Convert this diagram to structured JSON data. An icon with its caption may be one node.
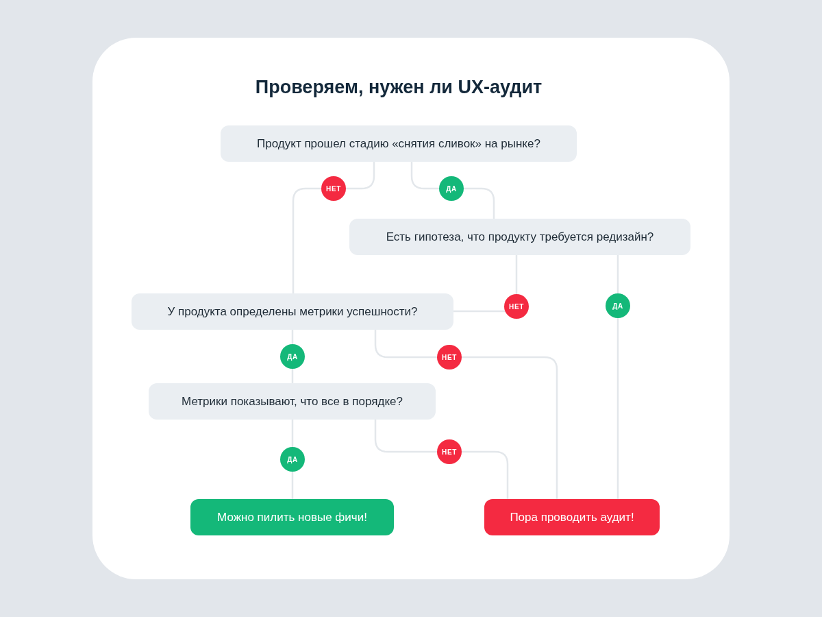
{
  "diagram": {
    "title": "Проверяем, нужен ли UX-аудит",
    "nodes": [
      {
        "text": [
          "Продукт прошел стадию «снятия сливок» на рынке?"
        ]
      },
      {
        "text": [
          "Есть гипотеза, что продукту требуется редизайн?"
        ]
      },
      {
        "text": [
          "У продукта определены метрики успешности?"
        ]
      },
      {
        "text": [
          "Метрики показывают, что все в порядке?"
        ]
      },
      {
        "text": [
          "Можно пилить новые фичи!"
        ]
      },
      {
        "text": [
          "Пора проводить аудит!"
        ]
      }
    ],
    "edges": [
      {
        "from": 0,
        "to": 2,
        "arrow": "none",
        "label": "НЕТ"
      },
      {
        "from": 0,
        "to": 1,
        "arrow": "none",
        "label": "ДА"
      },
      {
        "from": 1,
        "to": 2,
        "arrow": "none",
        "label": "НЕТ"
      },
      {
        "from": 1,
        "to": 5,
        "arrow": "none",
        "label": "ДА"
      },
      {
        "from": 2,
        "to": 5,
        "arrow": "none",
        "label": "НЕТ"
      },
      {
        "from": 2,
        "to": 3,
        "arrow": "none",
        "label": "ДА"
      },
      {
        "from": 3,
        "to": 4,
        "arrow": "none",
        "label": "ДА"
      },
      {
        "from": 3,
        "to": 5,
        "arrow": "none",
        "label": "НЕТ"
      }
    ]
  }
}
